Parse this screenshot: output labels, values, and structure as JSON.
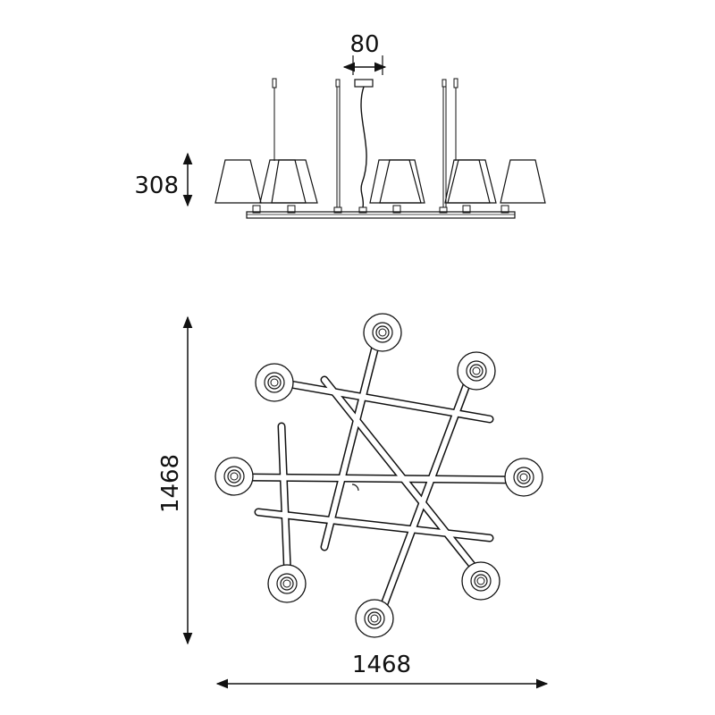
{
  "dimensions": {
    "top_width": "80",
    "side_height": "308",
    "plan_height": "1468",
    "plan_width": "1468"
  },
  "colors": {
    "line": "#111111",
    "background": "#ffffff"
  }
}
